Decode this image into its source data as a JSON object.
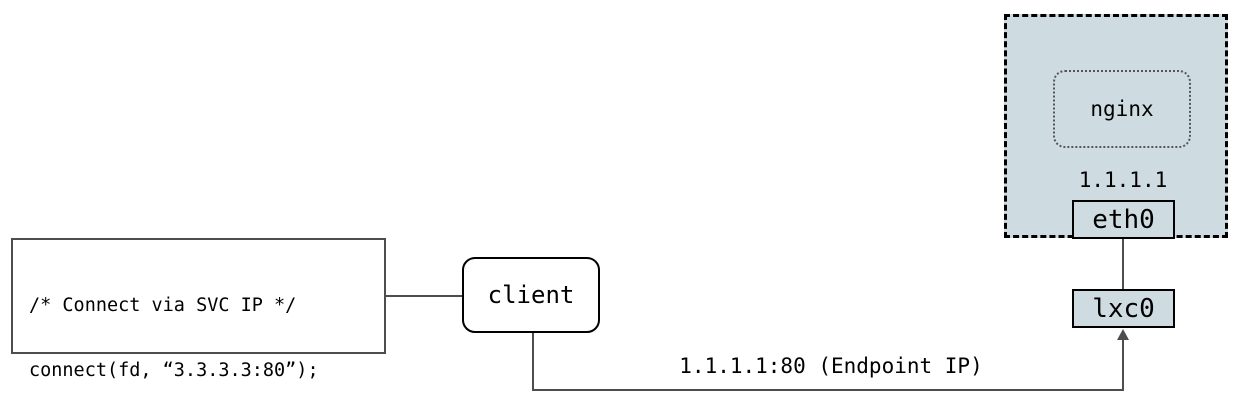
{
  "diagram": {
    "title": "Kubernetes service connection path via endpoint IP",
    "colors": {
      "container_fill": "#cedce2",
      "node_fill": "#cedce2",
      "border": "#000000",
      "line": "#4d4d4d",
      "background": "#ffffff"
    },
    "code_box": {
      "name": "connect-code-snippet",
      "lines": [
        "/* Connect via SVC IP */",
        "connect(fd, “3.3.3.3:80”);"
      ]
    },
    "client": {
      "label": "client"
    },
    "container": {
      "label": "",
      "ip": "1.1.1.1",
      "process": {
        "label": "nginx"
      },
      "interface": {
        "label": "eth0"
      }
    },
    "host": {
      "interface": {
        "label": "lxc0"
      }
    },
    "endpoint_path": {
      "label": "1.1.1.1:80 (Endpoint IP)"
    }
  }
}
